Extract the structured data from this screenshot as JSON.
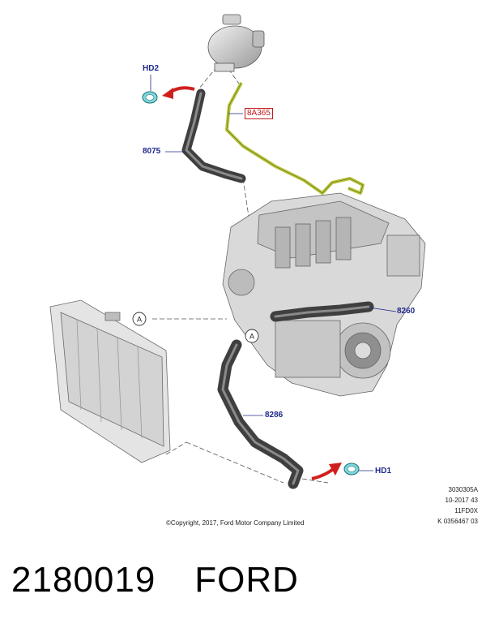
{
  "diagram": {
    "labels": {
      "hd2": "HD2",
      "hose_upper": "8075",
      "hose_vent": "8A365",
      "hose_engine": "8260",
      "hose_lower": "8286",
      "hd1": "HD1"
    },
    "callouts": {
      "a_radiator": "A",
      "a_engine": "A"
    },
    "reference_codes": [
      "3030305A",
      "10-2017 43",
      "11FD0X",
      "K 0356467 03"
    ],
    "copyright": "©Copyright, 2017, Ford Motor Company Limited"
  },
  "caption": {
    "part_number": "2180019",
    "brand": "FORD"
  },
  "colors": {
    "label_blue": "#1f2a8c",
    "arrow_red": "#d0201e",
    "vent_hose_green": "#b7c43a",
    "clamp_cyan": "#7fd8dc"
  }
}
